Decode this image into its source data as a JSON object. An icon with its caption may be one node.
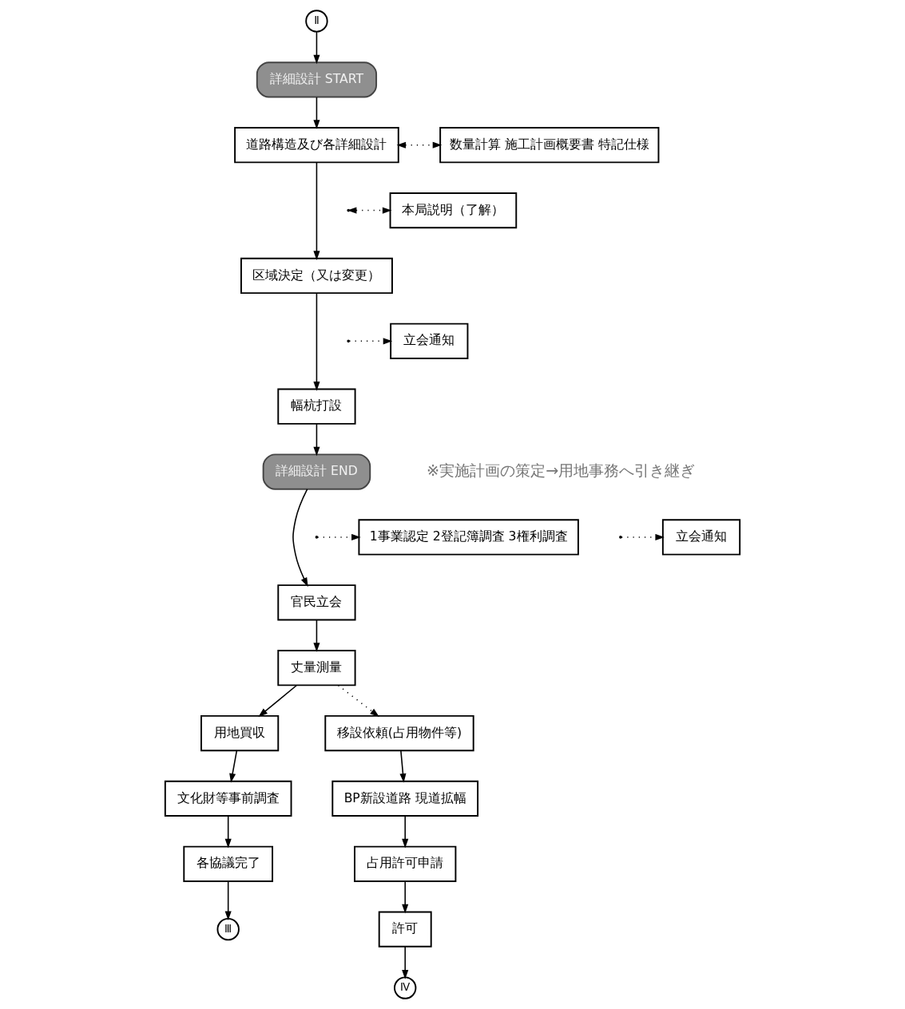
{
  "diagram": {
    "nodes": [
      {
        "text": [
          "Ⅱ"
        ]
      },
      {
        "text": [
          "詳細設計 START"
        ]
      },
      {
        "text": [
          "道路構造及び各詳細設計"
        ]
      },
      {
        "text": [
          "数量計算 施工計画概要書 特記仕様"
        ]
      },
      {
        "text": [
          "本局説明（了解）"
        ]
      },
      {
        "text": [
          "区域決定（又は変更）"
        ]
      },
      {
        "text": [
          "立会通知"
        ]
      },
      {
        "text": [
          "幅杭打設"
        ]
      },
      {
        "text": [
          "詳細設計 END"
        ],
        "beside": [
          "※実施計画の策定→用地事務へ引き継ぎ"
        ]
      },
      {
        "text": [
          "1事業認定 2登記簿調査 3権利調査"
        ]
      },
      {
        "text": [
          "立会通知"
        ]
      },
      {
        "text": [
          "官民立会"
        ]
      },
      {
        "text": [
          "丈量測量"
        ]
      },
      {
        "text": [
          "用地買収"
        ]
      },
      {
        "text": [
          "移設依頼(占用物件等)"
        ]
      },
      {
        "text": [
          "文化財等事前調査"
        ]
      },
      {
        "text": [
          "BP新設道路 現道拡幅"
        ]
      },
      {
        "text": [
          "各協議完了"
        ]
      },
      {
        "text": [
          "占用許可申請"
        ]
      },
      {
        "text": [
          "Ⅲ"
        ]
      },
      {
        "text": [
          "許可"
        ]
      },
      {
        "text": [
          "Ⅳ"
        ]
      }
    ],
    "edges": [
      {
        "from": 0,
        "to": 1,
        "arrow": "to"
      },
      {
        "from": 1,
        "to": 2,
        "arrow": "to"
      },
      {
        "from": 2,
        "to": 3,
        "arrow": "both",
        "style": "dashed"
      },
      {
        "from": null,
        "to": 4,
        "arrow": "both",
        "style": "dashed"
      },
      {
        "from": 2,
        "to": 5,
        "arrow": "to"
      },
      {
        "from": null,
        "to": 6,
        "arrow": "to",
        "style": "dashed"
      },
      {
        "from": 5,
        "to": 7,
        "arrow": "to"
      },
      {
        "from": 7,
        "to": 8,
        "arrow": "to"
      },
      {
        "from": null,
        "to": 9,
        "arrow": "to",
        "style": "dashed"
      },
      {
        "from": null,
        "to": 10,
        "arrow": "to",
        "style": "dashed"
      },
      {
        "from": 8,
        "to": 11,
        "arrow": "to"
      },
      {
        "from": 11,
        "to": 12,
        "arrow": "to"
      },
      {
        "from": 12,
        "to": 13,
        "arrow": "to"
      },
      {
        "from": 12,
        "to": 14,
        "arrow": "to",
        "style": "dashed"
      },
      {
        "from": 13,
        "to": 15,
        "arrow": "to"
      },
      {
        "from": 15,
        "to": 17,
        "arrow": "to"
      },
      {
        "from": 17,
        "to": 19,
        "arrow": "to"
      },
      {
        "from": 14,
        "to": 16,
        "arrow": "to"
      },
      {
        "from": 16,
        "to": 18,
        "arrow": "to"
      },
      {
        "from": 18,
        "to": 20,
        "arrow": "to"
      },
      {
        "from": 20,
        "to": 21,
        "arrow": "to"
      }
    ]
  }
}
